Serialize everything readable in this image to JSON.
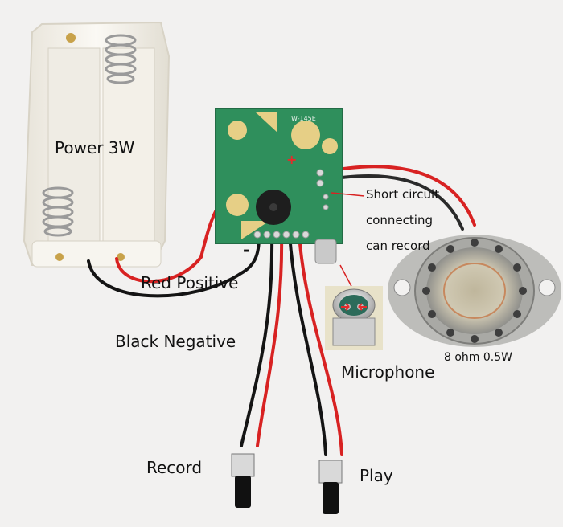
{
  "labels": {
    "power": "Power 3W",
    "red_positive": "Red Positive",
    "black_negative": "Black Negative",
    "microphone": "Microphone",
    "record": "Record",
    "play": "Play",
    "short_circuit_line1": "Short circuit",
    "short_circuit_line2": "connecting",
    "short_circuit_line3": "can record",
    "speaker": "8 ohm 0.5W"
  },
  "pcb": {
    "silkscreen_code": "W-145E",
    "plus_mark": "+",
    "minus_mark": "-"
  },
  "colors": {
    "background": "#f2f1f0",
    "pcb_green": "#2f8f5c",
    "red_wire": "#d82222",
    "black_wire": "#141414",
    "holder": "#f4f1ea",
    "speaker_metal": "#c9c9c6",
    "speaker_cone": "#b9b19a"
  }
}
